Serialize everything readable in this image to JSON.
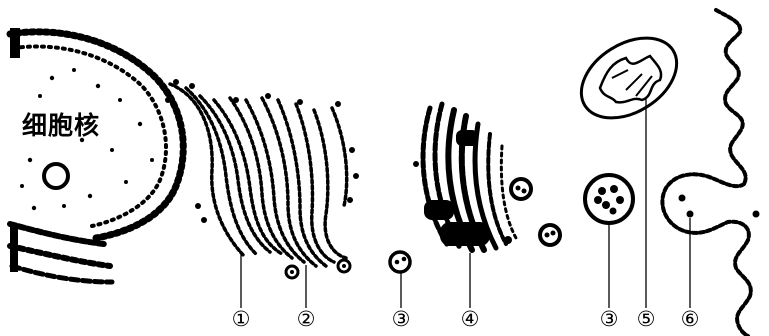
{
  "nucleus_label": "细胞核",
  "numbers": {
    "n1": "①",
    "n2": "②",
    "n3a": "③",
    "n4": "④",
    "n3b": "③",
    "n5": "⑤",
    "n6": "⑥"
  },
  "colors": {
    "ink": "#000000",
    "paper": "#ffffff"
  }
}
